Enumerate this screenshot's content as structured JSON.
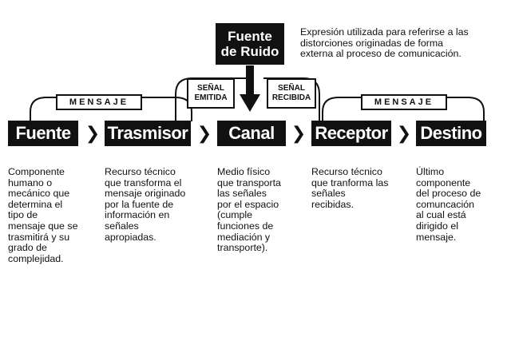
{
  "noise_source": {
    "label": "Fuente\nde Ruido",
    "note": "Expresión utilizada para referirse a las\ndistorciones originadas de forma\nexterna al proceso de comunicación."
  },
  "tags": {
    "mensaje_left": "MENSAJE",
    "mensaje_right": "MENSAJE",
    "senal_emitida": "SEÑAL\nEMITIDA",
    "senal_recibida": "SEÑAL\nRECIBIDA"
  },
  "arrow_glyph": "❯",
  "stages": [
    {
      "label": "Fuente",
      "description": "Componente\nhumano o\nmecánico que\ndetermina el\ntipo de\nmensaje que se\ntrasmitirá y su\ngrado de\ncomplejidad."
    },
    {
      "label": "Trasmisor",
      "description": "Recurso técnico\nque transforma el\nmensaje originado\npor la fuente de\ninformación en\nseñales\napropiadas."
    },
    {
      "label": "Canal",
      "description": "Medio físico\nque transporta\nlas señales\npor el espacio\n(cumple\nfunciones de\nmediación y\ntransporte)."
    },
    {
      "label": "Receptor",
      "description": "Recurso técnico\nque tranforma las\nseñales\nrecibidas."
    },
    {
      "label": "Destino",
      "description": "Último\ncomponente\ndel proceso de\ncomuncación\nal cual está\ndirigido el\nmensaje."
    }
  ]
}
